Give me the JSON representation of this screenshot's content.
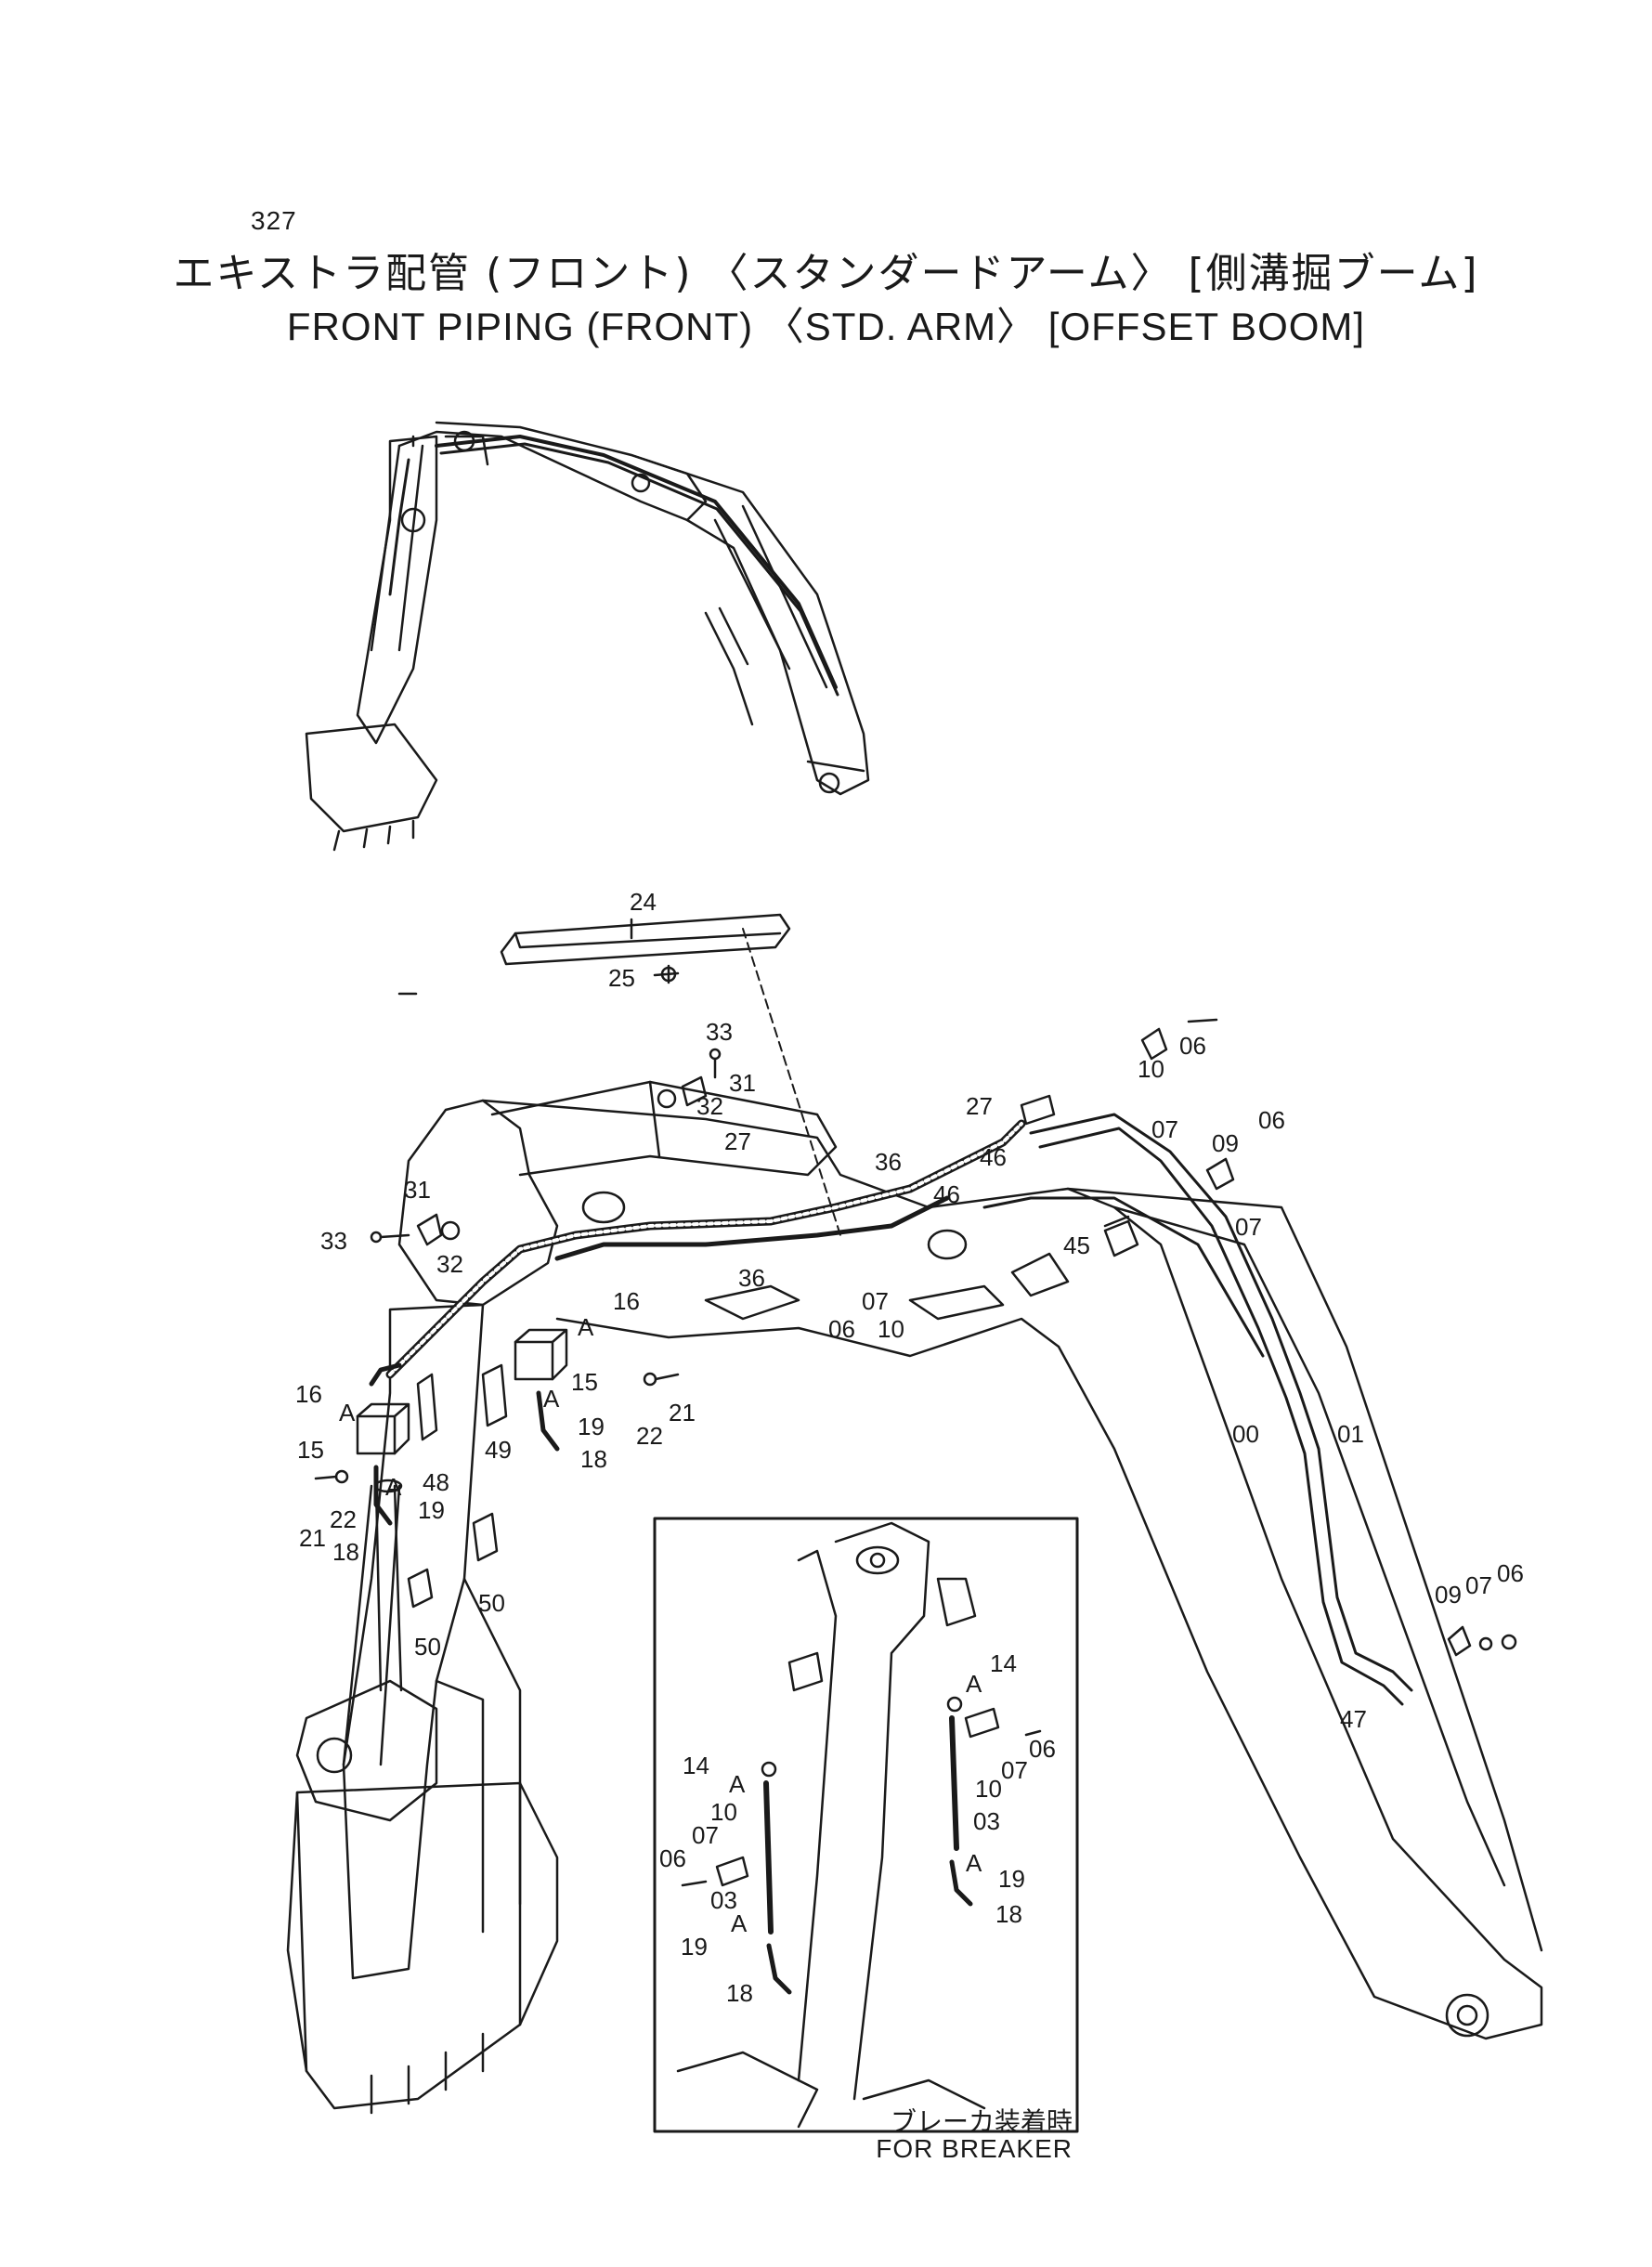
{
  "page_number": "327",
  "title_ja": "エキストラ配管 (フロント) 〈スタンダードアーム〉 [側溝掘ブーム]",
  "title_en": "FRONT  PIPING (FRONT) 〈STD. ARM〉 [OFFSET BOOM]",
  "inset": {
    "note_ja": "ブレーカ装着時",
    "note_en": "FOR BREAKER"
  },
  "callouts": [
    {
      "id": "c24",
      "text": "24"
    },
    {
      "id": "c25",
      "text": "25"
    },
    {
      "id": "c33a",
      "text": "33"
    },
    {
      "id": "c31a",
      "text": "31"
    },
    {
      "id": "c32a",
      "text": "32"
    },
    {
      "id": "c27a",
      "text": "27"
    },
    {
      "id": "c36a",
      "text": "36"
    },
    {
      "id": "c10a",
      "text": "10"
    },
    {
      "id": "c06a",
      "text": "06"
    },
    {
      "id": "c07a",
      "text": "07"
    },
    {
      "id": "c46a",
      "text": "46"
    },
    {
      "id": "c06b",
      "text": "06"
    },
    {
      "id": "c09a",
      "text": "09"
    },
    {
      "id": "c07b",
      "text": "07"
    },
    {
      "id": "c27b",
      "text": "27"
    },
    {
      "id": "c31b",
      "text": "31"
    },
    {
      "id": "c33b",
      "text": "33"
    },
    {
      "id": "c32b",
      "text": "32"
    },
    {
      "id": "c36b",
      "text": "36"
    },
    {
      "id": "c46b",
      "text": "46"
    },
    {
      "id": "c45",
      "text": "45"
    },
    {
      "id": "c16a",
      "text": "16"
    },
    {
      "id": "cAa",
      "text": "A"
    },
    {
      "id": "c06c",
      "text": "06"
    },
    {
      "id": "c07c",
      "text": "07"
    },
    {
      "id": "c10b",
      "text": "10"
    },
    {
      "id": "c16b",
      "text": "16"
    },
    {
      "id": "cAb",
      "text": "A"
    },
    {
      "id": "c15a",
      "text": "15"
    },
    {
      "id": "cAc",
      "text": "A"
    },
    {
      "id": "c19a",
      "text": "19"
    },
    {
      "id": "c22a",
      "text": "22"
    },
    {
      "id": "c21a",
      "text": "21"
    },
    {
      "id": "c18a",
      "text": "18"
    },
    {
      "id": "c49",
      "text": "49"
    },
    {
      "id": "c15b",
      "text": "15"
    },
    {
      "id": "c48",
      "text": "48"
    },
    {
      "id": "cAd",
      "text": "A"
    },
    {
      "id": "c19b",
      "text": "19"
    },
    {
      "id": "c21b",
      "text": "21"
    },
    {
      "id": "c22b",
      "text": "22"
    },
    {
      "id": "c18b",
      "text": "18"
    },
    {
      "id": "c00",
      "text": "00"
    },
    {
      "id": "c01",
      "text": "01"
    },
    {
      "id": "c50a",
      "text": "50"
    },
    {
      "id": "c50b",
      "text": "50"
    },
    {
      "id": "c09b",
      "text": "09"
    },
    {
      "id": "c07d",
      "text": "07"
    },
    {
      "id": "c06d",
      "text": "06"
    },
    {
      "id": "c47",
      "text": "47"
    },
    {
      "id": "c14a",
      "text": "14"
    },
    {
      "id": "cAe",
      "text": "A"
    },
    {
      "id": "c06e",
      "text": "06"
    },
    {
      "id": "c07e",
      "text": "07"
    },
    {
      "id": "c10c",
      "text": "10"
    },
    {
      "id": "c03a",
      "text": "03"
    },
    {
      "id": "cAf",
      "text": "A"
    },
    {
      "id": "c19c",
      "text": "19"
    },
    {
      "id": "c18c",
      "text": "18"
    },
    {
      "id": "c14b",
      "text": "14"
    },
    {
      "id": "cAg",
      "text": "A"
    },
    {
      "id": "c10d",
      "text": "10"
    },
    {
      "id": "c07f",
      "text": "07"
    },
    {
      "id": "c06f",
      "text": "06"
    },
    {
      "id": "c03b",
      "text": "03"
    },
    {
      "id": "cAh",
      "text": "A"
    },
    {
      "id": "c19d",
      "text": "19"
    },
    {
      "id": "c18d",
      "text": "18"
    }
  ]
}
